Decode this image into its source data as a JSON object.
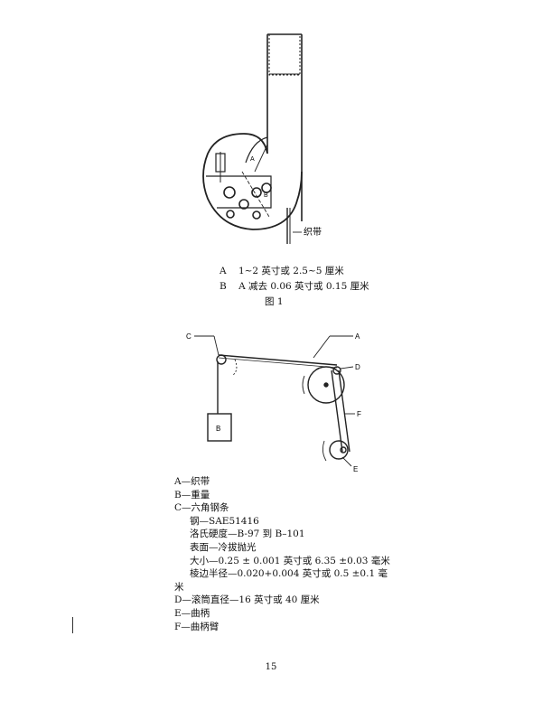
{
  "figure1": {
    "label_belt": "织带",
    "label_a_mark": "A",
    "label_b_mark": "B",
    "caption_a_key": "A",
    "caption_a_text": "1~2 英寸或 2.5~5 厘米",
    "caption_b_key": "B",
    "caption_b_text": "A 减去 0.06 英寸或 0.15 厘米",
    "title": "图 1"
  },
  "figure2": {
    "labels": {
      "a": "A",
      "b": "B",
      "c": "C",
      "d": "D",
      "e": "E",
      "f": "F"
    }
  },
  "legend": {
    "a": "A—织带",
    "b": "B—重量",
    "c": "C—六角钢条",
    "c_steel": "钢—SAE51416",
    "c_hardness": "洛氏硬度—B-97 到 B–101",
    "c_surface": "表面—冷拔抛光",
    "c_size": "大小—0.25 ± 0.001 英寸或 6.35 ±0.03 毫米",
    "c_radius_1": "棱边半径—0.020+0.004 英寸或 0.5 ±0.1 毫",
    "c_radius_2": "米",
    "d": "D—滚筒直径—16 英寸或 40 厘米",
    "e": "E—曲柄",
    "f": "F—曲柄臂"
  },
  "page_number": "15"
}
